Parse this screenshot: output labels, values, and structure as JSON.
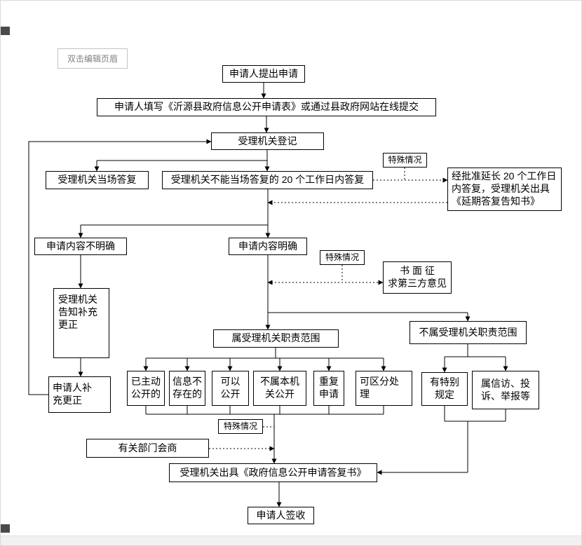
{
  "editor": {
    "header_hint": "双击编辑页眉"
  },
  "flowchart": {
    "nodes": {
      "submit": "申请人提出申请",
      "fill_form": "申请人填写《沂源县政府信息公开申请表》或通过县政府网站在线提交",
      "register": "受理机关登记",
      "onspot_reply": "受理机关当场答复",
      "deadline_reply": "受理机关不能当场答复的 20 个工作日内答复",
      "special_case_1": "特殊情况",
      "extend_reply": "经批准延长 20 个工作日\n内答复，受理机关出具\n《延期答复告知书》",
      "content_unclear": "申请内容不明确",
      "content_clear": "申请内容明确",
      "special_case_2": "特殊情况",
      "third_party": "书 面 征\n求第三方意见",
      "notify_supplement": "受理机关\n告知补充\n更正",
      "in_scope": "属受理机关职责范围",
      "out_of_scope": "不属受理机关职责范围",
      "applicant_supplement": "申请人补\n充更正",
      "already_public": "已主动\n公开的",
      "info_not_exist": "信息不\n存在的",
      "can_disclose": "可以\n公开",
      "not_this_agency": "不属本机\n关公开",
      "repeated_request": "重复\n申请",
      "separable_handling": "可区分处\n理",
      "special_provision": "有特别\n规定",
      "petition_report": "属信访、投\n诉、举报等",
      "special_case_3": "特殊情况",
      "dept_consult": "有关部门会商",
      "issue_reply": "受理机关出具《政府信息公开申请答复书》",
      "sign_receipt": "申请人签收"
    }
  }
}
